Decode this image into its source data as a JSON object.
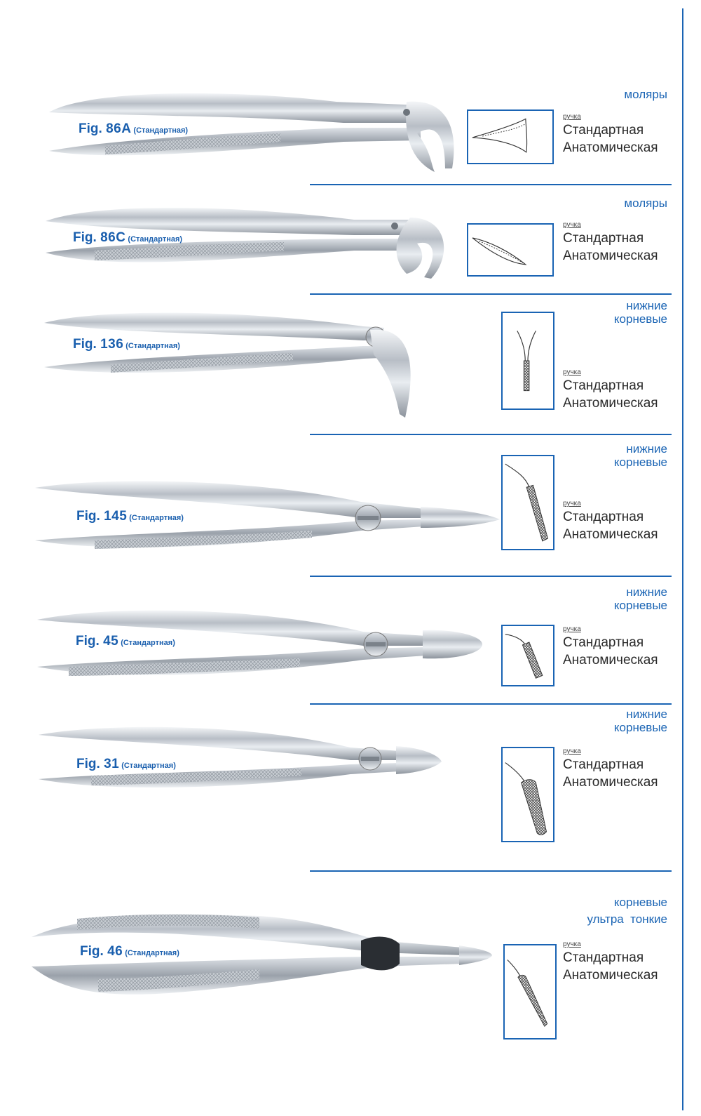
{
  "accent_color": "#1a64b4",
  "items": [
    {
      "fig": "Fig.",
      "num": "86A",
      "std": "(Стандартная)",
      "category": [
        "моляры"
      ],
      "handle_label": "ручка",
      "handle_options": [
        "Стандартная",
        "Анатомическая"
      ],
      "icon": "molar-beak-diagram-icon"
    },
    {
      "fig": "Fig.",
      "num": "86C",
      "std": "(Стандартная)",
      "category": [
        "моляры"
      ],
      "handle_label": "ручка",
      "handle_options": [
        "Стандартная",
        "Анатомическая"
      ],
      "icon": "molar-beak-diagram-icon"
    },
    {
      "fig": "Fig.",
      "num": "136",
      "std": "(Стандартная)",
      "category": [
        "нижние",
        "корневые"
      ],
      "handle_label": "ручка",
      "handle_options": [
        "Стандартная",
        "Анатомическая"
      ],
      "icon": "root-beak-diagram-icon"
    },
    {
      "fig": "Fig.",
      "num": "145",
      "std": "(Стандартная)",
      "category": [
        "нижние",
        "корневые"
      ],
      "handle_label": "ручка",
      "handle_options": [
        "Стандартная",
        "Анатомическая"
      ],
      "icon": "root-beak-diagram-icon"
    },
    {
      "fig": "Fig.",
      "num": "45",
      "std": "(Стандартная)",
      "category": [
        "нижние",
        "корневые"
      ],
      "handle_label": "ручка",
      "handle_options": [
        "Стандартная",
        "Анатомическая"
      ],
      "icon": "root-beak-diagram-icon"
    },
    {
      "fig": "Fig.",
      "num": "31",
      "std": "(Стандартная)",
      "category": [
        "нижние",
        "корневые"
      ],
      "handle_label": "ручка",
      "handle_options": [
        "Стандартная",
        "Анатомическая"
      ],
      "icon": "root-beak-diagram-icon"
    },
    {
      "fig": "Fig.",
      "num": "46",
      "std": "(Стандартная)",
      "category": [
        "корневые",
        "ультра  тонкие"
      ],
      "handle_label": "ручка",
      "handle_options": [
        "Стандартная",
        "Анатомическая"
      ],
      "icon": "thin-root-beak-diagram-icon"
    }
  ]
}
